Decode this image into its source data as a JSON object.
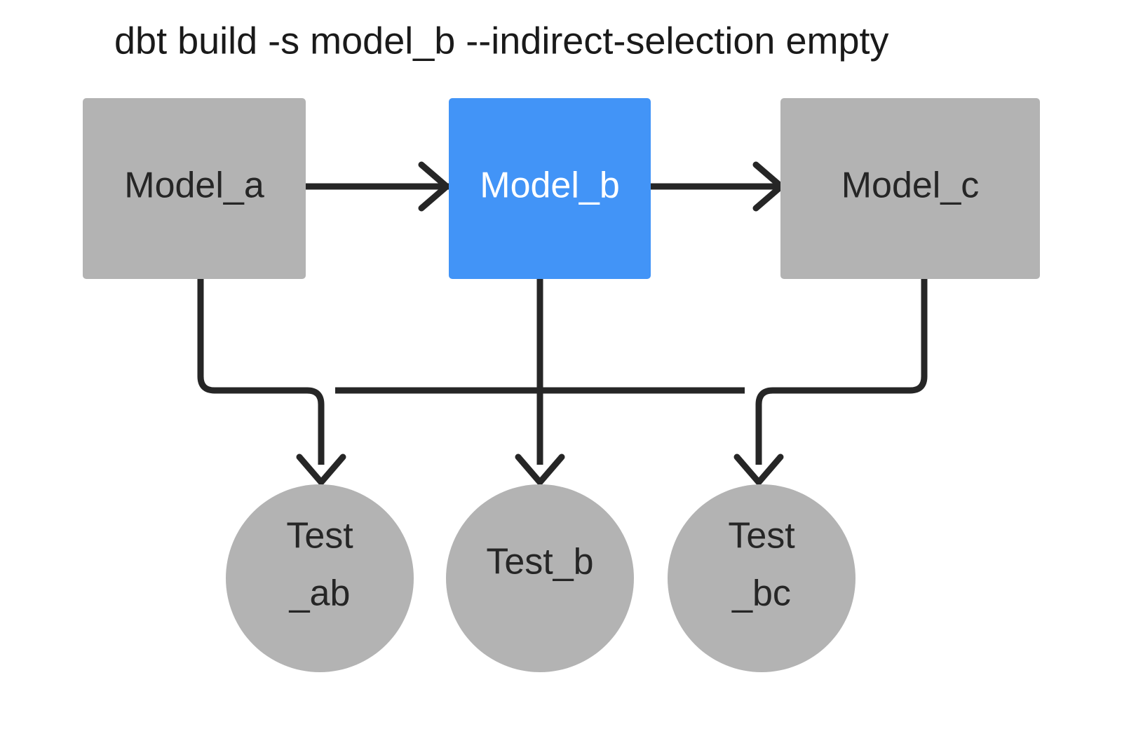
{
  "diagram": {
    "title": "dbt build -s model_b --indirect-selection empty",
    "background_color": "#ffffff",
    "line_color": "#262626",
    "model_fill": "#b3b3b3",
    "selected_fill": "#4294f7",
    "test_fill": "#b3b3b3",
    "model_text_color": "#262626",
    "selected_text_color": "#ffffff"
  },
  "nodes": {
    "model_a": {
      "label": "Model_a",
      "shape": "rectangle",
      "state": "unselected"
    },
    "model_b": {
      "label": "Model_b",
      "shape": "rectangle",
      "state": "selected"
    },
    "model_c": {
      "label": "Model_c",
      "shape": "rectangle",
      "state": "unselected"
    },
    "test_ab": {
      "label_line1": "Test",
      "label_line2": "_ab",
      "shape": "circle",
      "state": "unselected"
    },
    "test_b": {
      "label_line1": "Test_b",
      "label_line2": "",
      "shape": "circle",
      "state": "unselected"
    },
    "test_bc": {
      "label_line1": "Test",
      "label_line2": "_bc",
      "shape": "circle",
      "state": "unselected"
    }
  },
  "edges": [
    {
      "from": "model_a",
      "to": "model_b",
      "direction": "right"
    },
    {
      "from": "model_b",
      "to": "model_c",
      "direction": "right"
    },
    {
      "from": "model_a",
      "to": "test_ab",
      "direction": "down"
    },
    {
      "from": "model_b",
      "to": "test_ab",
      "direction": "down"
    },
    {
      "from": "model_b",
      "to": "test_b",
      "direction": "down"
    },
    {
      "from": "model_b",
      "to": "test_bc",
      "direction": "down"
    },
    {
      "from": "model_c",
      "to": "test_bc",
      "direction": "down"
    }
  ]
}
